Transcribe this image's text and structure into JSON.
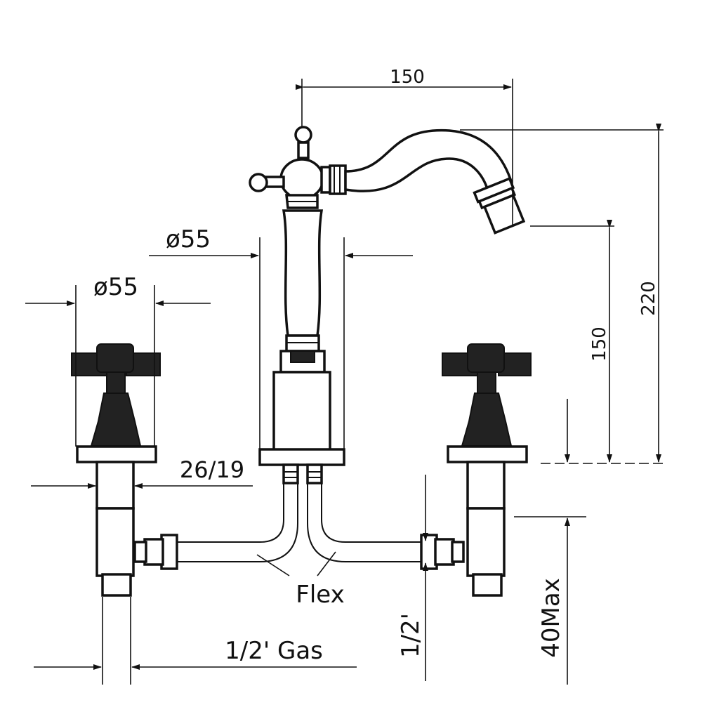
{
  "labels": {
    "spout_reach": "150",
    "total_height": "220",
    "spout_height": "150",
    "spout_body_diameter": "ø55",
    "handle_diameter": "ø55",
    "valve_body_diameter": "26/19",
    "hose_type": "Flex",
    "inlet_thread": "1/2' Gas",
    "inlet_size": "1/2'",
    "max_deck_thickness": "40Max"
  }
}
